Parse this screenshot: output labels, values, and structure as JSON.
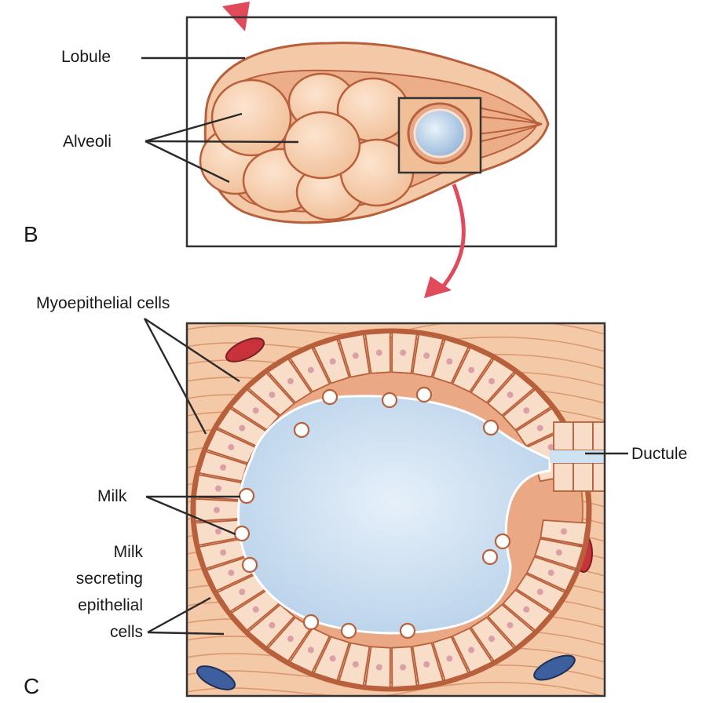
{
  "panel_b": {
    "letter": "B",
    "labels": {
      "lobule": "Lobule",
      "alveoli": "Alveoli"
    }
  },
  "panel_c": {
    "letter": "C",
    "labels": {
      "myoepithelial": "Myoepithelial cells",
      "ductule": "Ductule",
      "milk": "Milk",
      "secreting_line1": "Milk",
      "secreting_line2": "secreting",
      "secreting_line3": "epithelial",
      "secreting_line4": "cells"
    }
  },
  "colors": {
    "tissue": "#f3c9a8",
    "tissue_dark": "#b8603c",
    "lumen": "#cfe2f2",
    "arrow": "#e04a5a",
    "vessel_red": "#c9323a",
    "vessel_blue": "#3d5f9e"
  }
}
